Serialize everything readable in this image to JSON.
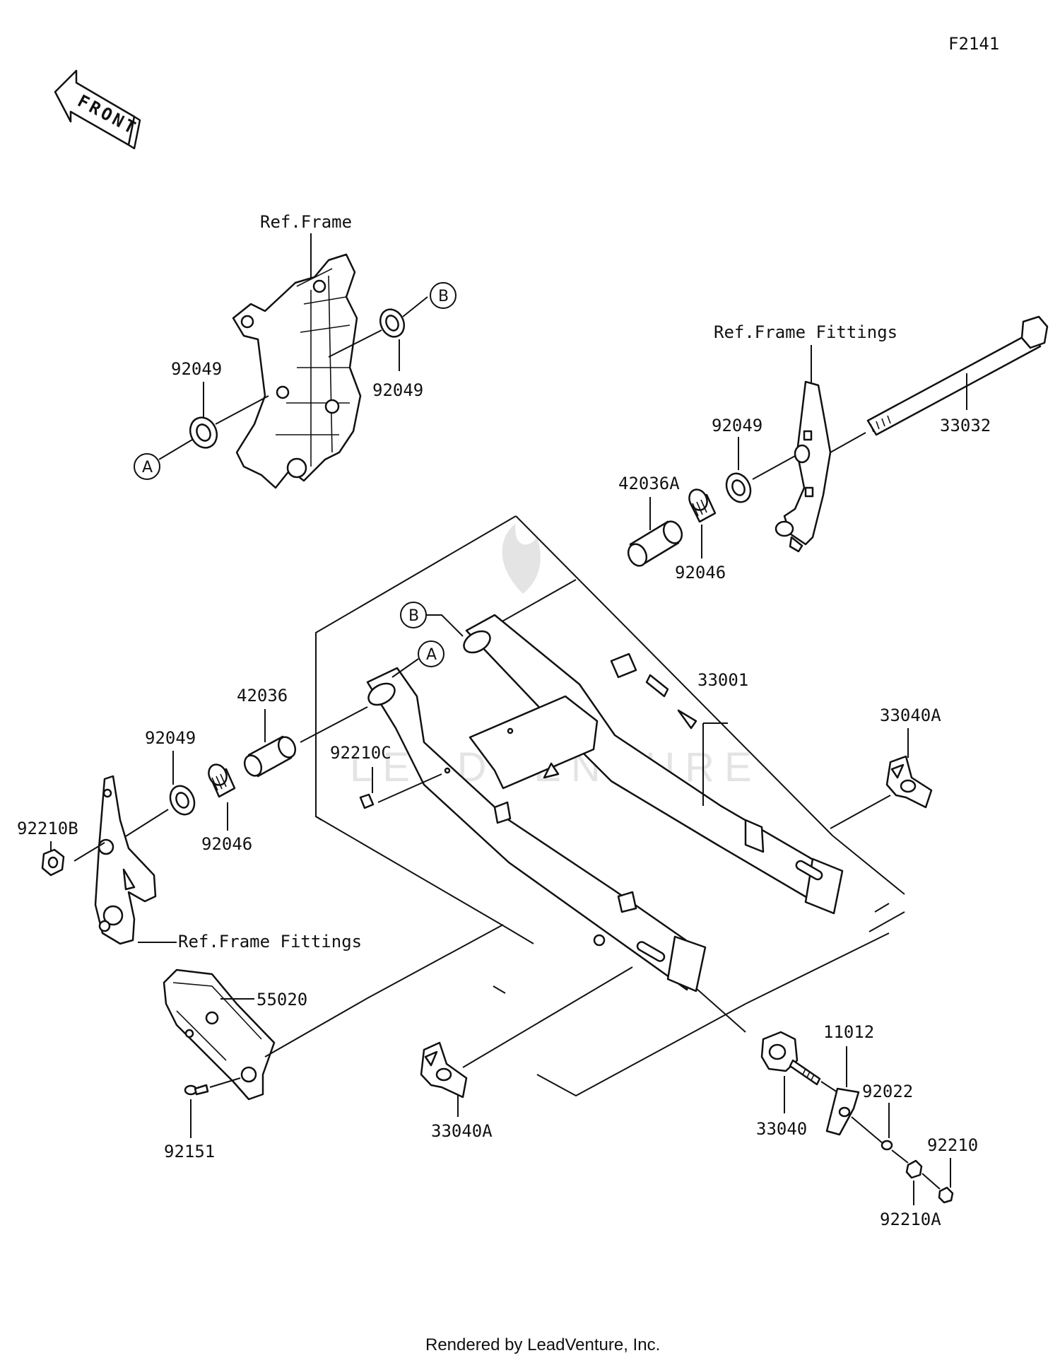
{
  "diagram_code": "F2141",
  "front_label": "FRONT",
  "watermark": "LEADVENTURE",
  "footer": "Rendered by LeadVenture, Inc.",
  "references": {
    "frame": "Ref.Frame",
    "frame_fittings_top": "Ref.Frame Fittings",
    "frame_fittings_left": "Ref.Frame Fittings"
  },
  "callouts": {
    "a_frame": "A",
    "b_frame": "B",
    "a_arm": "A",
    "b_arm": "B"
  },
  "parts": {
    "p92049_frame_left": "92049",
    "p92049_frame_right": "92049",
    "p92049_right": "92049",
    "p92049_left": "92049",
    "p33032": "33032",
    "p42036A": "42036A",
    "p92046_right": "92046",
    "p92046_left": "92046",
    "p42036": "42036",
    "p33001": "33001",
    "p33040A_right": "33040A",
    "p33040A_left": "33040A",
    "p92210C": "92210C",
    "p92210B": "92210B",
    "p55020": "55020",
    "p92151": "92151",
    "p33040": "33040",
    "p11012": "11012",
    "p92022": "92022",
    "p92210": "92210",
    "p92210A": "92210A"
  }
}
